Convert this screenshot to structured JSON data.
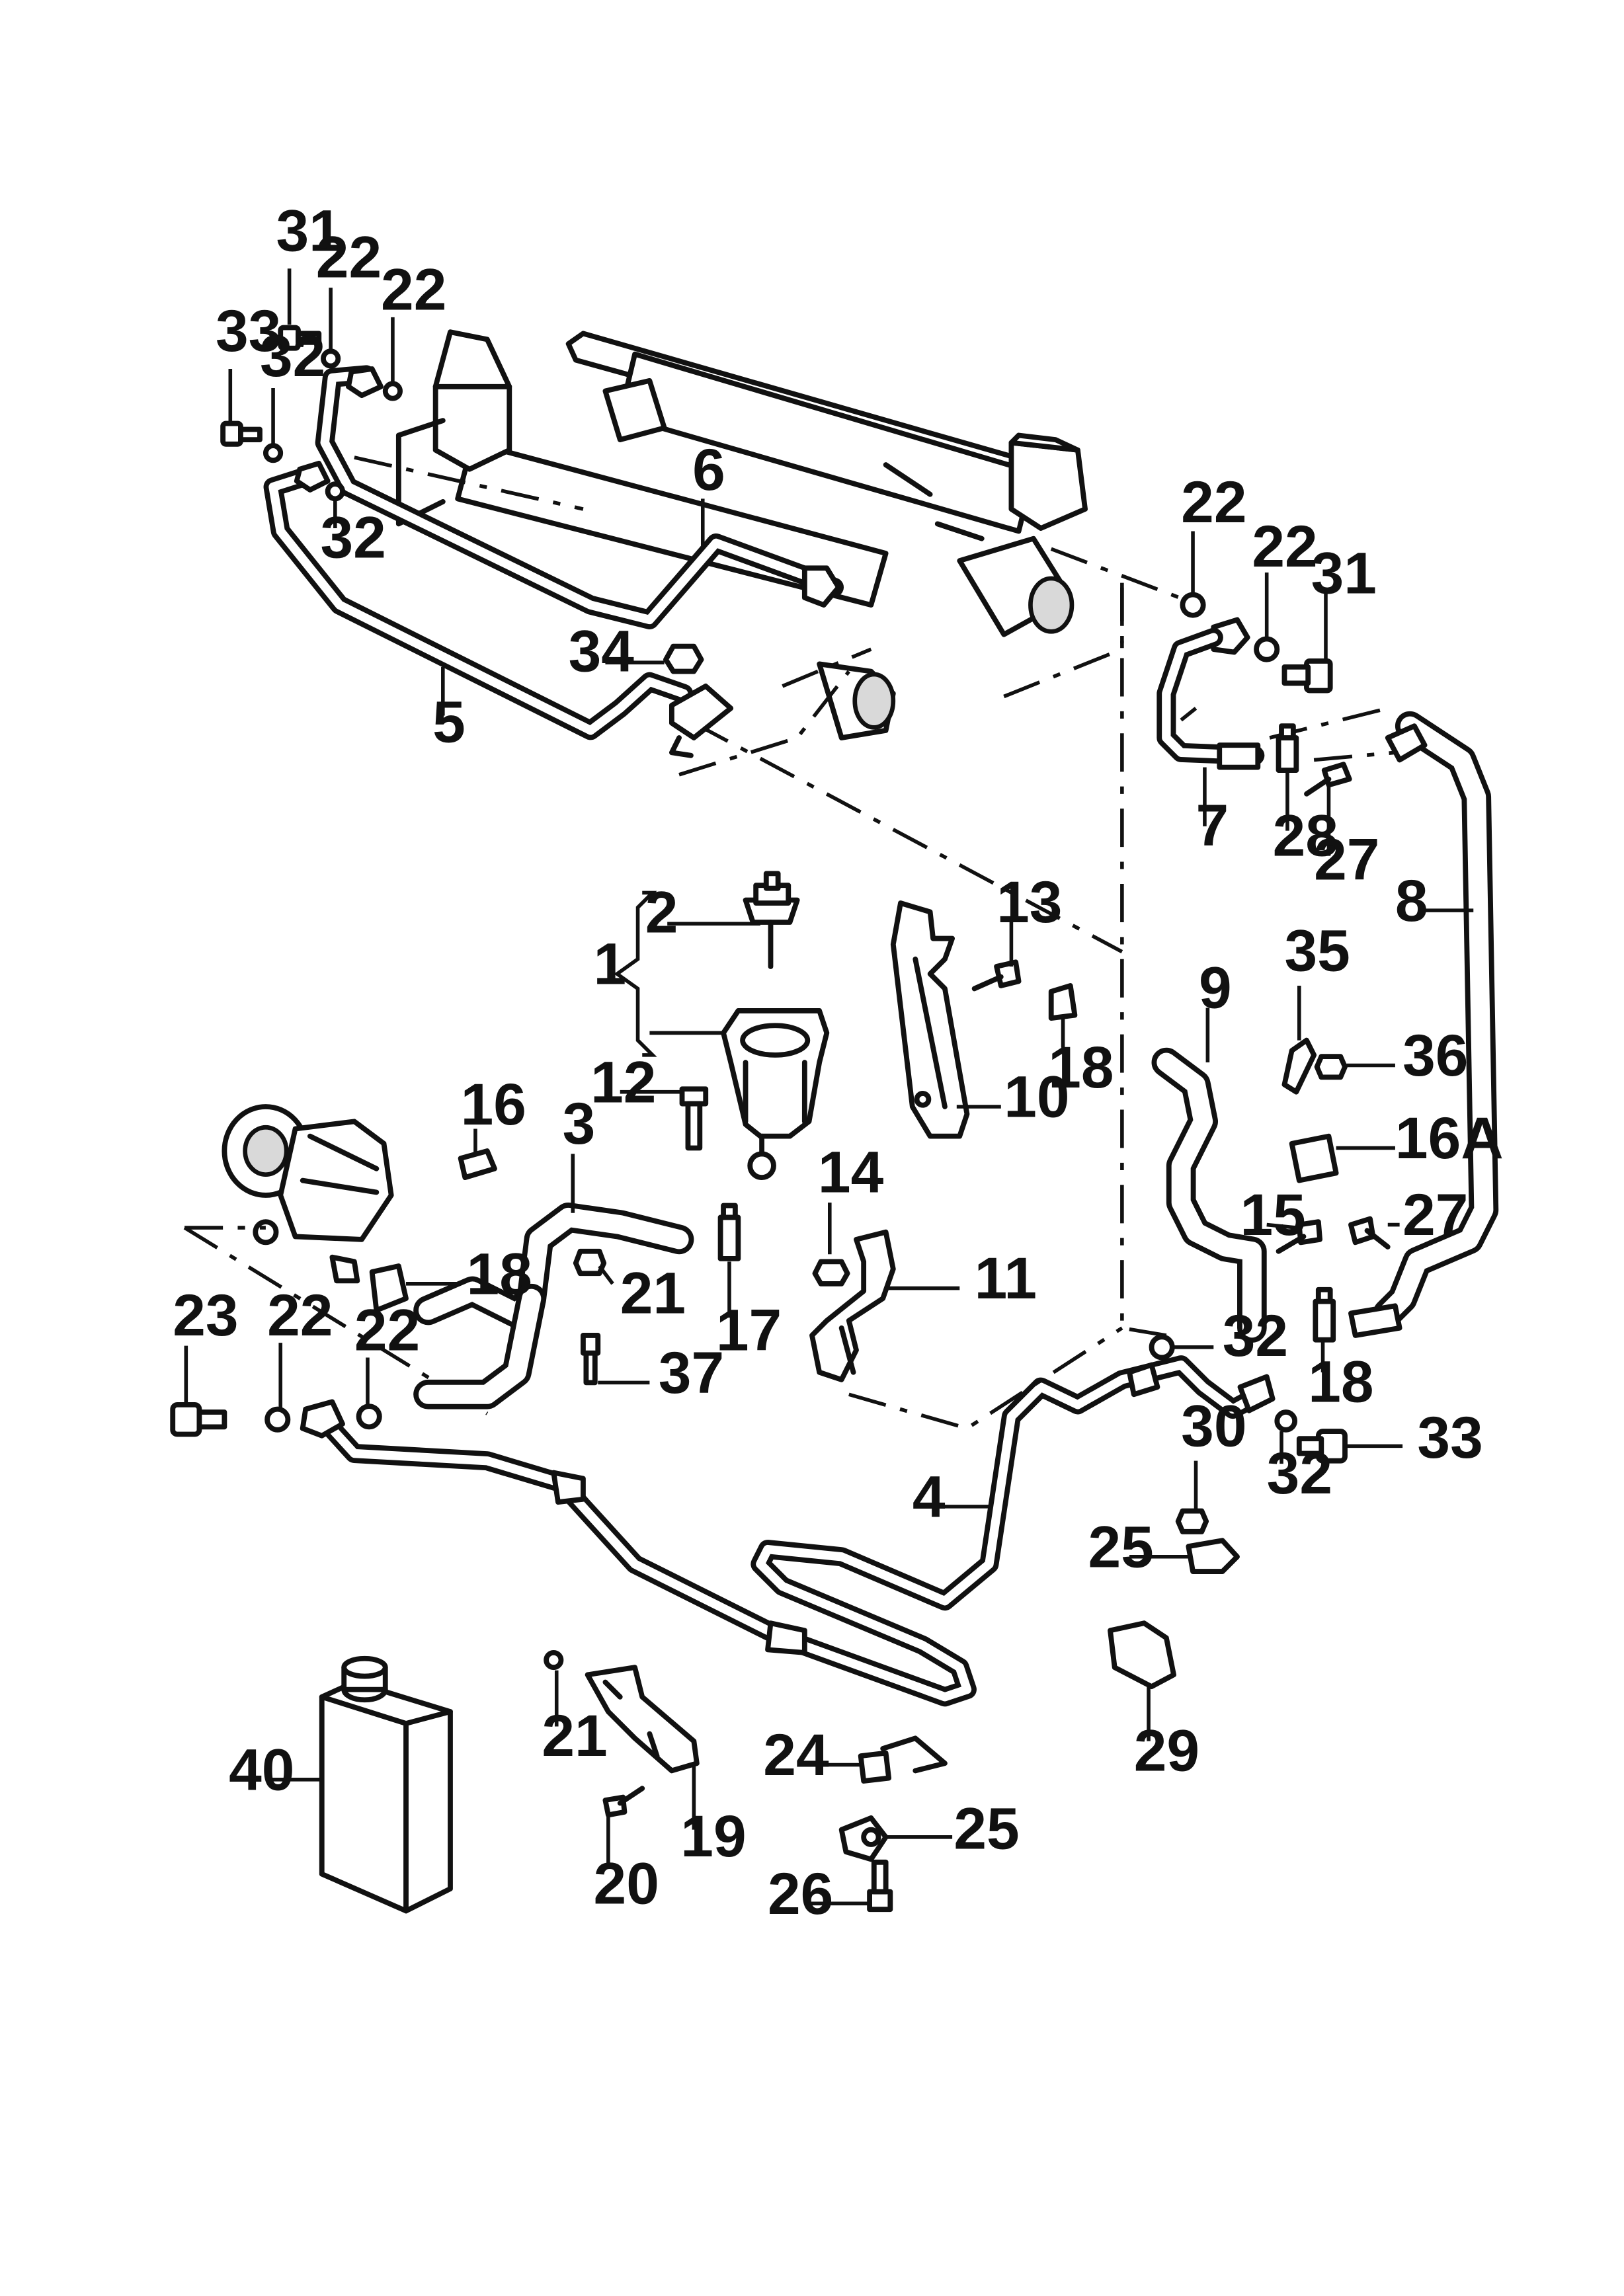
{
  "callouts": {
    "c31a": "31",
    "c22a": "22",
    "c22b": "22",
    "c33a": "33",
    "c32a": "32",
    "c32b": "32",
    "c6": "6",
    "c5": "5",
    "c34": "34",
    "c22c": "22",
    "c22d": "22",
    "c31b": "31",
    "c7": "7",
    "c28": "28",
    "c27a": "27",
    "c8": "8",
    "c2": "2",
    "c1": "1",
    "c13": "13",
    "c18a": "18",
    "c9": "9",
    "c10": "10",
    "c12": "12",
    "c35": "35",
    "c36": "36",
    "c16": "16",
    "c3": "3",
    "c16a": "16A",
    "c18b": "18",
    "c21a": "21",
    "c14": "14",
    "c15": "15",
    "c27b": "27",
    "c11": "11",
    "c17": "17",
    "c37": "37",
    "c23": "23",
    "c22e": "22",
    "c22f": "22",
    "c32c": "32",
    "c18c": "18",
    "c30": "30",
    "c33b": "33",
    "c32d": "32",
    "c4": "4",
    "c25a": "25",
    "c29": "29",
    "c40": "40",
    "c21b": "21",
    "c24": "24",
    "c25b": "25",
    "c19": "19",
    "c20": "20",
    "c26": "26"
  }
}
